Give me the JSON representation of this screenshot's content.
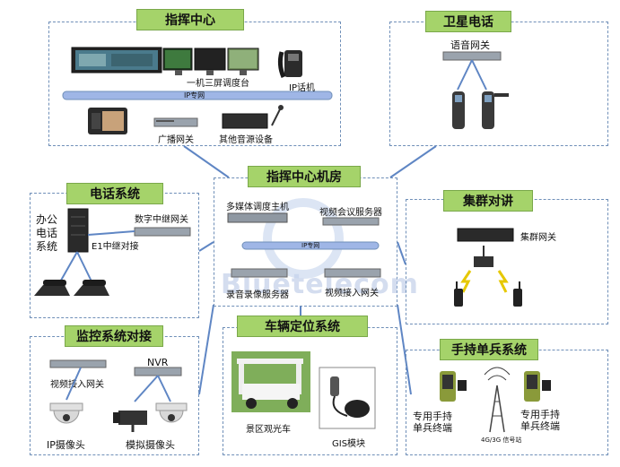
{
  "sections": {
    "command_center": "指挥中心",
    "satellite_phone": "卫星电话",
    "phone_system": "电话系统",
    "command_room": "指挥中心机房",
    "trunk_intercom": "集群对讲",
    "monitor_docking": "监控系统对接",
    "vehicle_positioning": "车辆定位系统",
    "handheld_system": "手持单兵系统"
  },
  "labels": {
    "one_machine_three_screen": "一机三屏调度台",
    "ip_phone": "IP话机",
    "ip_network": "IP专网",
    "broadcast_gateway": "广播网关",
    "other_audio": "其他音源设备",
    "voice_gateway": "语音网关",
    "office_phone_system": "办公\n电话\n系统",
    "digital_relay_gateway": "数字中继网关",
    "e1_relay": "E1中继对接",
    "multimedia_host": "多媒体调度主机",
    "video_conf_server": "视频会议服务器",
    "ip_network_small": "IP专网",
    "recording_server": "录音录像服务器",
    "video_access_gateway_room": "视频接入网关",
    "trunk_gateway": "集群网关",
    "nvr": "NVR",
    "video_access_gateway_monitor": "视频接入网关",
    "ip_camera": "IP摄像头",
    "analog_camera": "模拟摄像头",
    "sightseeing_car": "景区观光车",
    "gis_module": "GIS模块",
    "handheld_left": "专用手持\n单兵终端",
    "handheld_right": "专用手持\n单兵终端",
    "signal_tower": "4G/3G 信号站"
  },
  "watermark": "Bluetelecom",
  "colors": {
    "title_bg": "#a5d36a",
    "border": "#6f8fb8",
    "link": "#5f86c4",
    "bus": "#9fb6e6"
  }
}
